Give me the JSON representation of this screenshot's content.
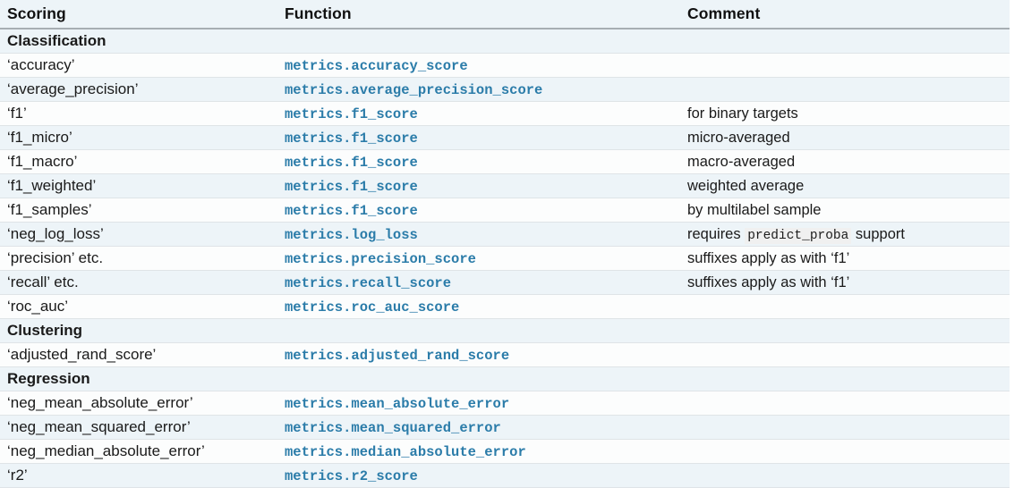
{
  "table": {
    "columns": [
      "Scoring",
      "Function",
      "Comment"
    ],
    "rows": [
      {
        "type": "section",
        "scoring": "Classification",
        "function": "",
        "comment": ""
      },
      {
        "type": "entry",
        "scoring": "‘accuracy’",
        "function": "metrics.accuracy_score",
        "comment": ""
      },
      {
        "type": "entry",
        "scoring": "‘average_precision’",
        "function": "metrics.average_precision_score",
        "comment": ""
      },
      {
        "type": "entry",
        "scoring": "‘f1’",
        "function": "metrics.f1_score",
        "comment": "for binary targets"
      },
      {
        "type": "entry",
        "scoring": "‘f1_micro’",
        "function": "metrics.f1_score",
        "comment": "micro-averaged"
      },
      {
        "type": "entry",
        "scoring": "‘f1_macro’",
        "function": "metrics.f1_score",
        "comment": "macro-averaged"
      },
      {
        "type": "entry",
        "scoring": "‘f1_weighted’",
        "function": "metrics.f1_score",
        "comment": "weighted average"
      },
      {
        "type": "entry",
        "scoring": "‘f1_samples’",
        "function": "metrics.f1_score",
        "comment": "by multilabel sample"
      },
      {
        "type": "entry",
        "scoring": "‘neg_log_loss’",
        "function": "metrics.log_loss",
        "comment": "requires predict_proba support",
        "comment_parts": [
          {
            "kind": "text",
            "text": "requires "
          },
          {
            "kind": "code",
            "text": "predict_proba"
          },
          {
            "kind": "text",
            "text": " support"
          }
        ]
      },
      {
        "type": "entry",
        "scoring": "‘precision’ etc.",
        "function": "metrics.precision_score",
        "comment": "suffixes apply as with ‘f1’"
      },
      {
        "type": "entry",
        "scoring": "‘recall’ etc.",
        "function": "metrics.recall_score",
        "comment": "suffixes apply as with ‘f1’"
      },
      {
        "type": "entry",
        "scoring": "‘roc_auc’",
        "function": "metrics.roc_auc_score",
        "comment": ""
      },
      {
        "type": "section",
        "scoring": "Clustering",
        "function": "",
        "comment": ""
      },
      {
        "type": "entry",
        "scoring": "‘adjusted_rand_score’",
        "function": "metrics.adjusted_rand_score",
        "comment": ""
      },
      {
        "type": "section",
        "scoring": "Regression",
        "function": "",
        "comment": ""
      },
      {
        "type": "entry",
        "scoring": "‘neg_mean_absolute_error’",
        "function": "metrics.mean_absolute_error",
        "comment": ""
      },
      {
        "type": "entry",
        "scoring": "‘neg_mean_squared_error’",
        "function": "metrics.mean_squared_error",
        "comment": ""
      },
      {
        "type": "entry",
        "scoring": "‘neg_median_absolute_error’",
        "function": "metrics.median_absolute_error",
        "comment": ""
      },
      {
        "type": "entry",
        "scoring": "‘r2’",
        "function": "metrics.r2_score",
        "comment": ""
      }
    ]
  },
  "colors": {
    "stripe_light": "#edf4f8",
    "stripe_white": "#fcfdfd",
    "function_blue": "#2b7ca9",
    "header_rule": "#a7aeb3",
    "row_rule": "#dfe4e7",
    "inline_code_bg": "#f0f0f0",
    "text": "#1a1a1a"
  }
}
